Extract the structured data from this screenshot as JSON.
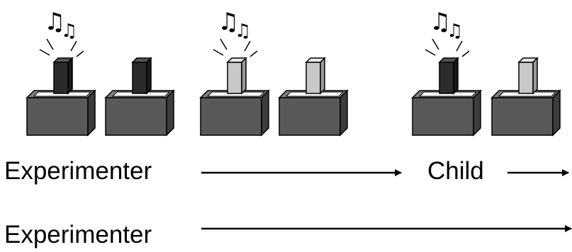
{
  "labels": {
    "row1_left": "Experimenter",
    "row1_right": "Child",
    "row2": "Experimenter"
  },
  "note_glyph": "♫",
  "colors": {
    "base_front": "#595959",
    "base_top": "#7f7f7f",
    "base_side": "#3c3c3c",
    "slot": "#ffffff",
    "dark_block": "#2b2b2b",
    "dark_block_top": "#555555",
    "dark_block_side": "#1a1a1a",
    "light_block": "#c8c8c8",
    "light_block_top": "#e6e6e6",
    "light_block_side": "#9a9a9a",
    "line": "#000000"
  },
  "boxes": [
    {
      "name": "box-1",
      "block": "dark",
      "music": true
    },
    {
      "name": "box-2",
      "block": "dark",
      "music": false
    },
    {
      "name": "box-3",
      "block": "light",
      "music": true
    },
    {
      "name": "box-4",
      "block": "light",
      "music": false
    },
    {
      "name": "box-5",
      "block": "dark",
      "music": true
    },
    {
      "name": "box-6",
      "block": "light",
      "music": false
    }
  ]
}
